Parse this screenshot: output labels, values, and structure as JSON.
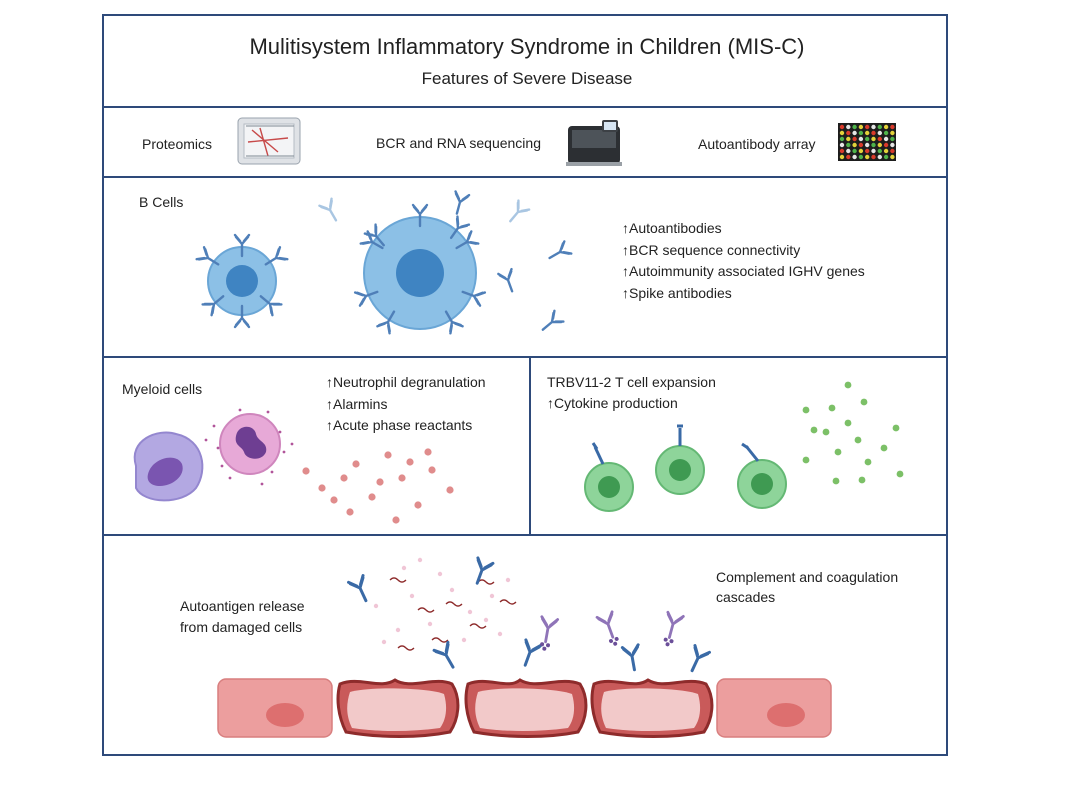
{
  "header": {
    "title": "Mulitisystem Inflammatory Syndrome in Children (MIS-C)",
    "subtitle": "Features of Severe Disease"
  },
  "methods": {
    "proteomics": "Proteomics",
    "sequencing": "BCR and RNA sequencing",
    "autoantibody_array": "Autoantibody array"
  },
  "b_cells": {
    "label": "B Cells",
    "findings": [
      "↑Autoantibodies",
      "↑BCR sequence connectivity",
      "↑Autoimmunity associated IGHV genes",
      "↑Spike antibodies"
    ]
  },
  "myeloid": {
    "label": "Myeloid cells",
    "findings": [
      "↑Neutrophil degranulation",
      "↑Alarmins",
      "↑Acute phase reactants"
    ]
  },
  "t_cells": {
    "label": "TRBV11-2 T cell expansion",
    "findings": [
      "↑Cytokine production"
    ]
  },
  "tissue": {
    "autoantigen_line1": "Autoantigen release",
    "autoantigen_line2": "from damaged cells",
    "complement_line1": "Complement and coagulation",
    "complement_line2": "cascades"
  },
  "icons": [
    "proteomics-gel-icon",
    "sequencer-icon",
    "microarray-icon",
    "antibody-icon"
  ],
  "colors": {
    "frame": "#2e4a7a",
    "b_cell": "#7fb7e0",
    "antibody": "#4f7fb8",
    "neutrophil": "#d59ac8",
    "monocyte": "#a89bd8",
    "t_cell": "#7fcf8a",
    "cytokine": "#7cc067",
    "alarmin": "#e08c8c",
    "endothelium": "#e99a9a"
  }
}
